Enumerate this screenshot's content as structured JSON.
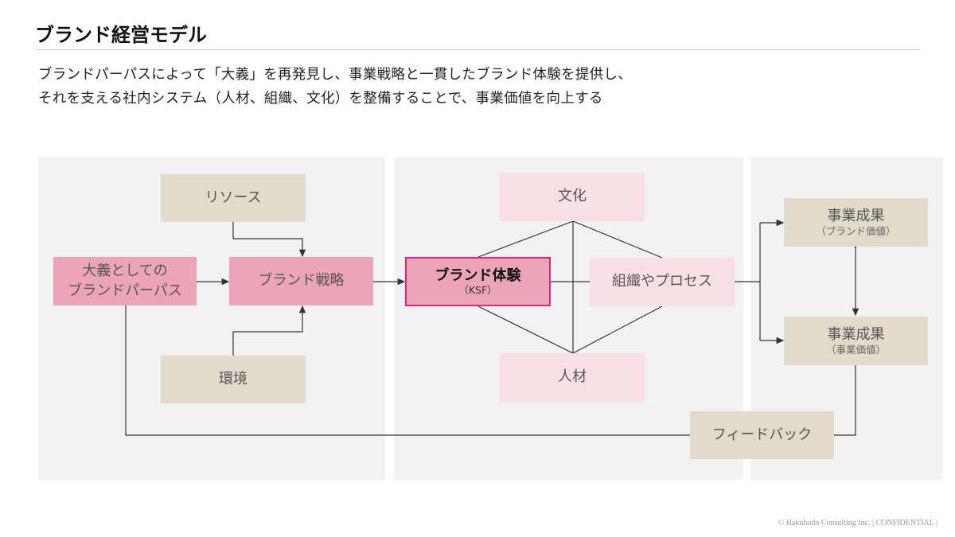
{
  "title": "ブランド経営モデル",
  "subtitle": [
    "ブランドパーパスによって「大義」を再発見し、事業戦略と一貫したブランド体験を提供し、",
    "それを支える社内システム（人材、組織、文化）を整備することで、事業価値を向上する"
  ],
  "nodes": {
    "resource": "リソース",
    "purpose": [
      "大義としての",
      "ブランドパーパス"
    ],
    "strategy": "ブランド戦略",
    "environment": "環境",
    "experience": {
      "label": "ブランド体験",
      "sub": "（KSF）"
    },
    "culture": "文化",
    "organization": "組織やプロセス",
    "people": "人材",
    "result1": {
      "label": "事業成果",
      "sub": "（ブランド価値）"
    },
    "result2": {
      "label": "事業成果",
      "sub": "（事業価値）"
    },
    "feedback": "フィードバック"
  },
  "colors": {
    "tan": "#e2dacb",
    "pink": "#eca5b8",
    "light_pink": "#f8dfe5",
    "highlight_border": "#e0287a"
  },
  "footer": "© Hakuhodo Consulting Inc.  |  CONFIDENTIAL  |"
}
